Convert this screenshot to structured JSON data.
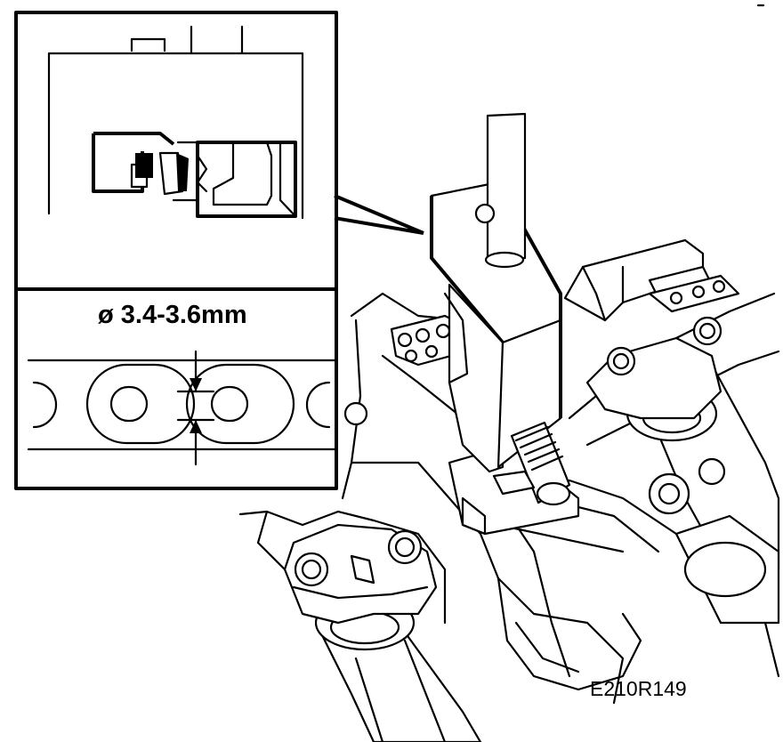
{
  "figure": {
    "dimension_label": "ø 3.4-3.6mm",
    "figure_code": "E210R149"
  },
  "icons": {
    "tool": "chain-rivet-tool",
    "chain": "timing-chain",
    "camshaft": "camshaft-bearing-caps"
  },
  "colors": {
    "line": "#000000",
    "background": "#ffffff"
  }
}
